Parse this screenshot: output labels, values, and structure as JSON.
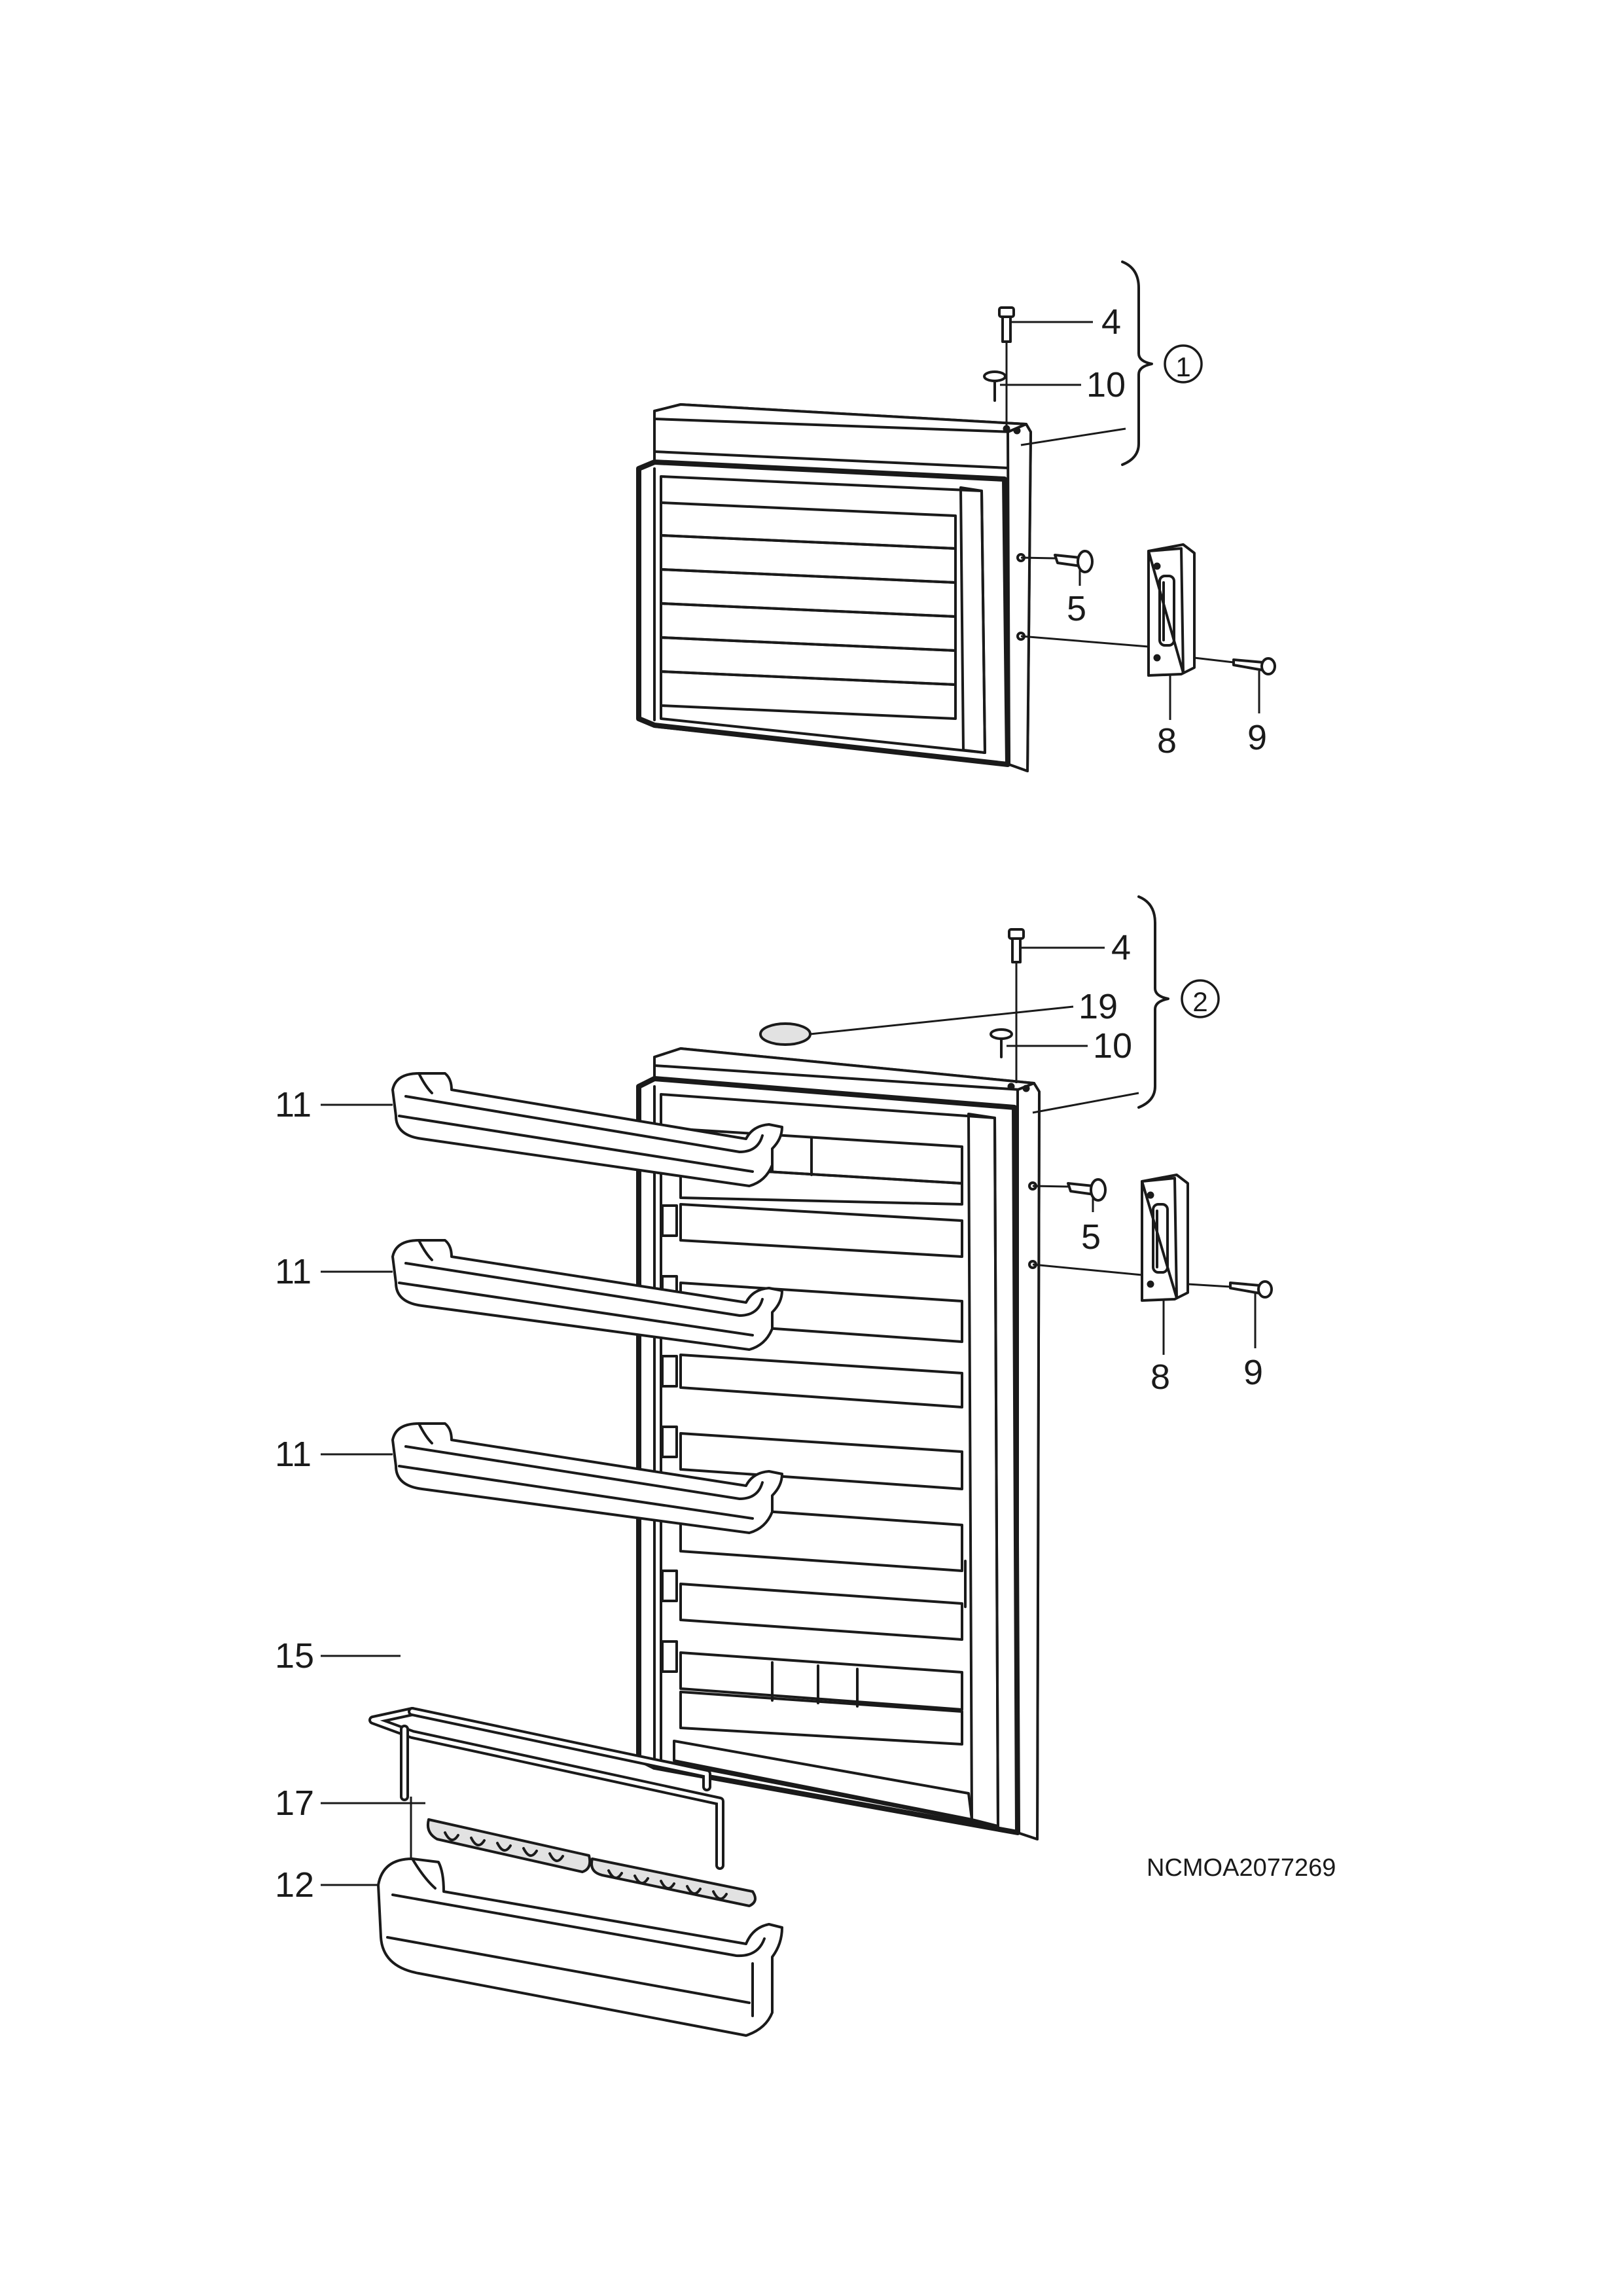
{
  "labels": {
    "upper_screw": "4",
    "upper_pin": "10",
    "upper_group": "1",
    "upper_stop": "5",
    "upper_handle": "8",
    "upper_handle_screw": "9",
    "lower_screw": "4",
    "lower_plug": "19",
    "lower_group": "2",
    "lower_pin": "10",
    "lower_stop": "5",
    "lower_handle": "8",
    "lower_handle_screw": "9",
    "shelf_1": "11",
    "shelf_2": "11",
    "shelf_3": "11",
    "bottle_rack": "15",
    "bottle_holder": "17",
    "bottom_shelf": "12"
  },
  "drawing_code": "NCMOA2077269"
}
